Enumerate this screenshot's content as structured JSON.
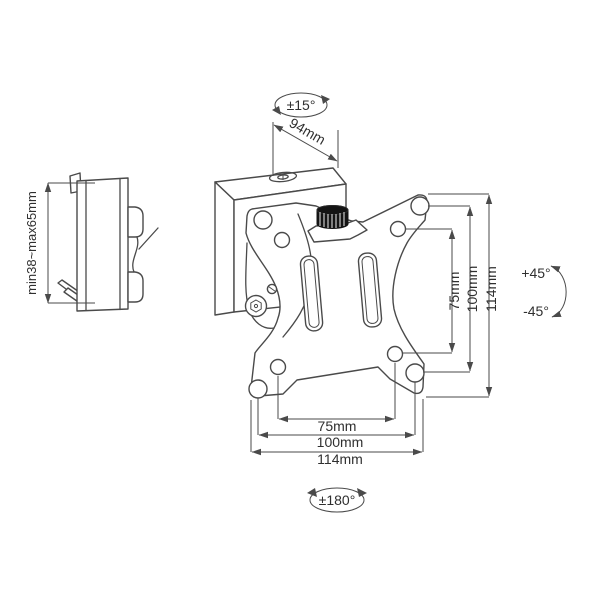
{
  "title": "Tilting wall mount bracket technical drawing",
  "labels": {
    "tilt_range": "±15°",
    "top_width": "94mm",
    "depth_range": "min38~max65mm",
    "right_75": "75mm",
    "right_100": "100mm",
    "right_114": "114mm",
    "bottom_75": "75mm",
    "bottom_100": "100mm",
    "bottom_114": "114mm",
    "swivel_up": "+45°",
    "swivel_down": "-45°",
    "rotation_range": "±180°"
  },
  "colors": {
    "line": "#4a4a4a",
    "text": "#2f2f2f",
    "knob": "#141414",
    "background": "#ffffff"
  }
}
